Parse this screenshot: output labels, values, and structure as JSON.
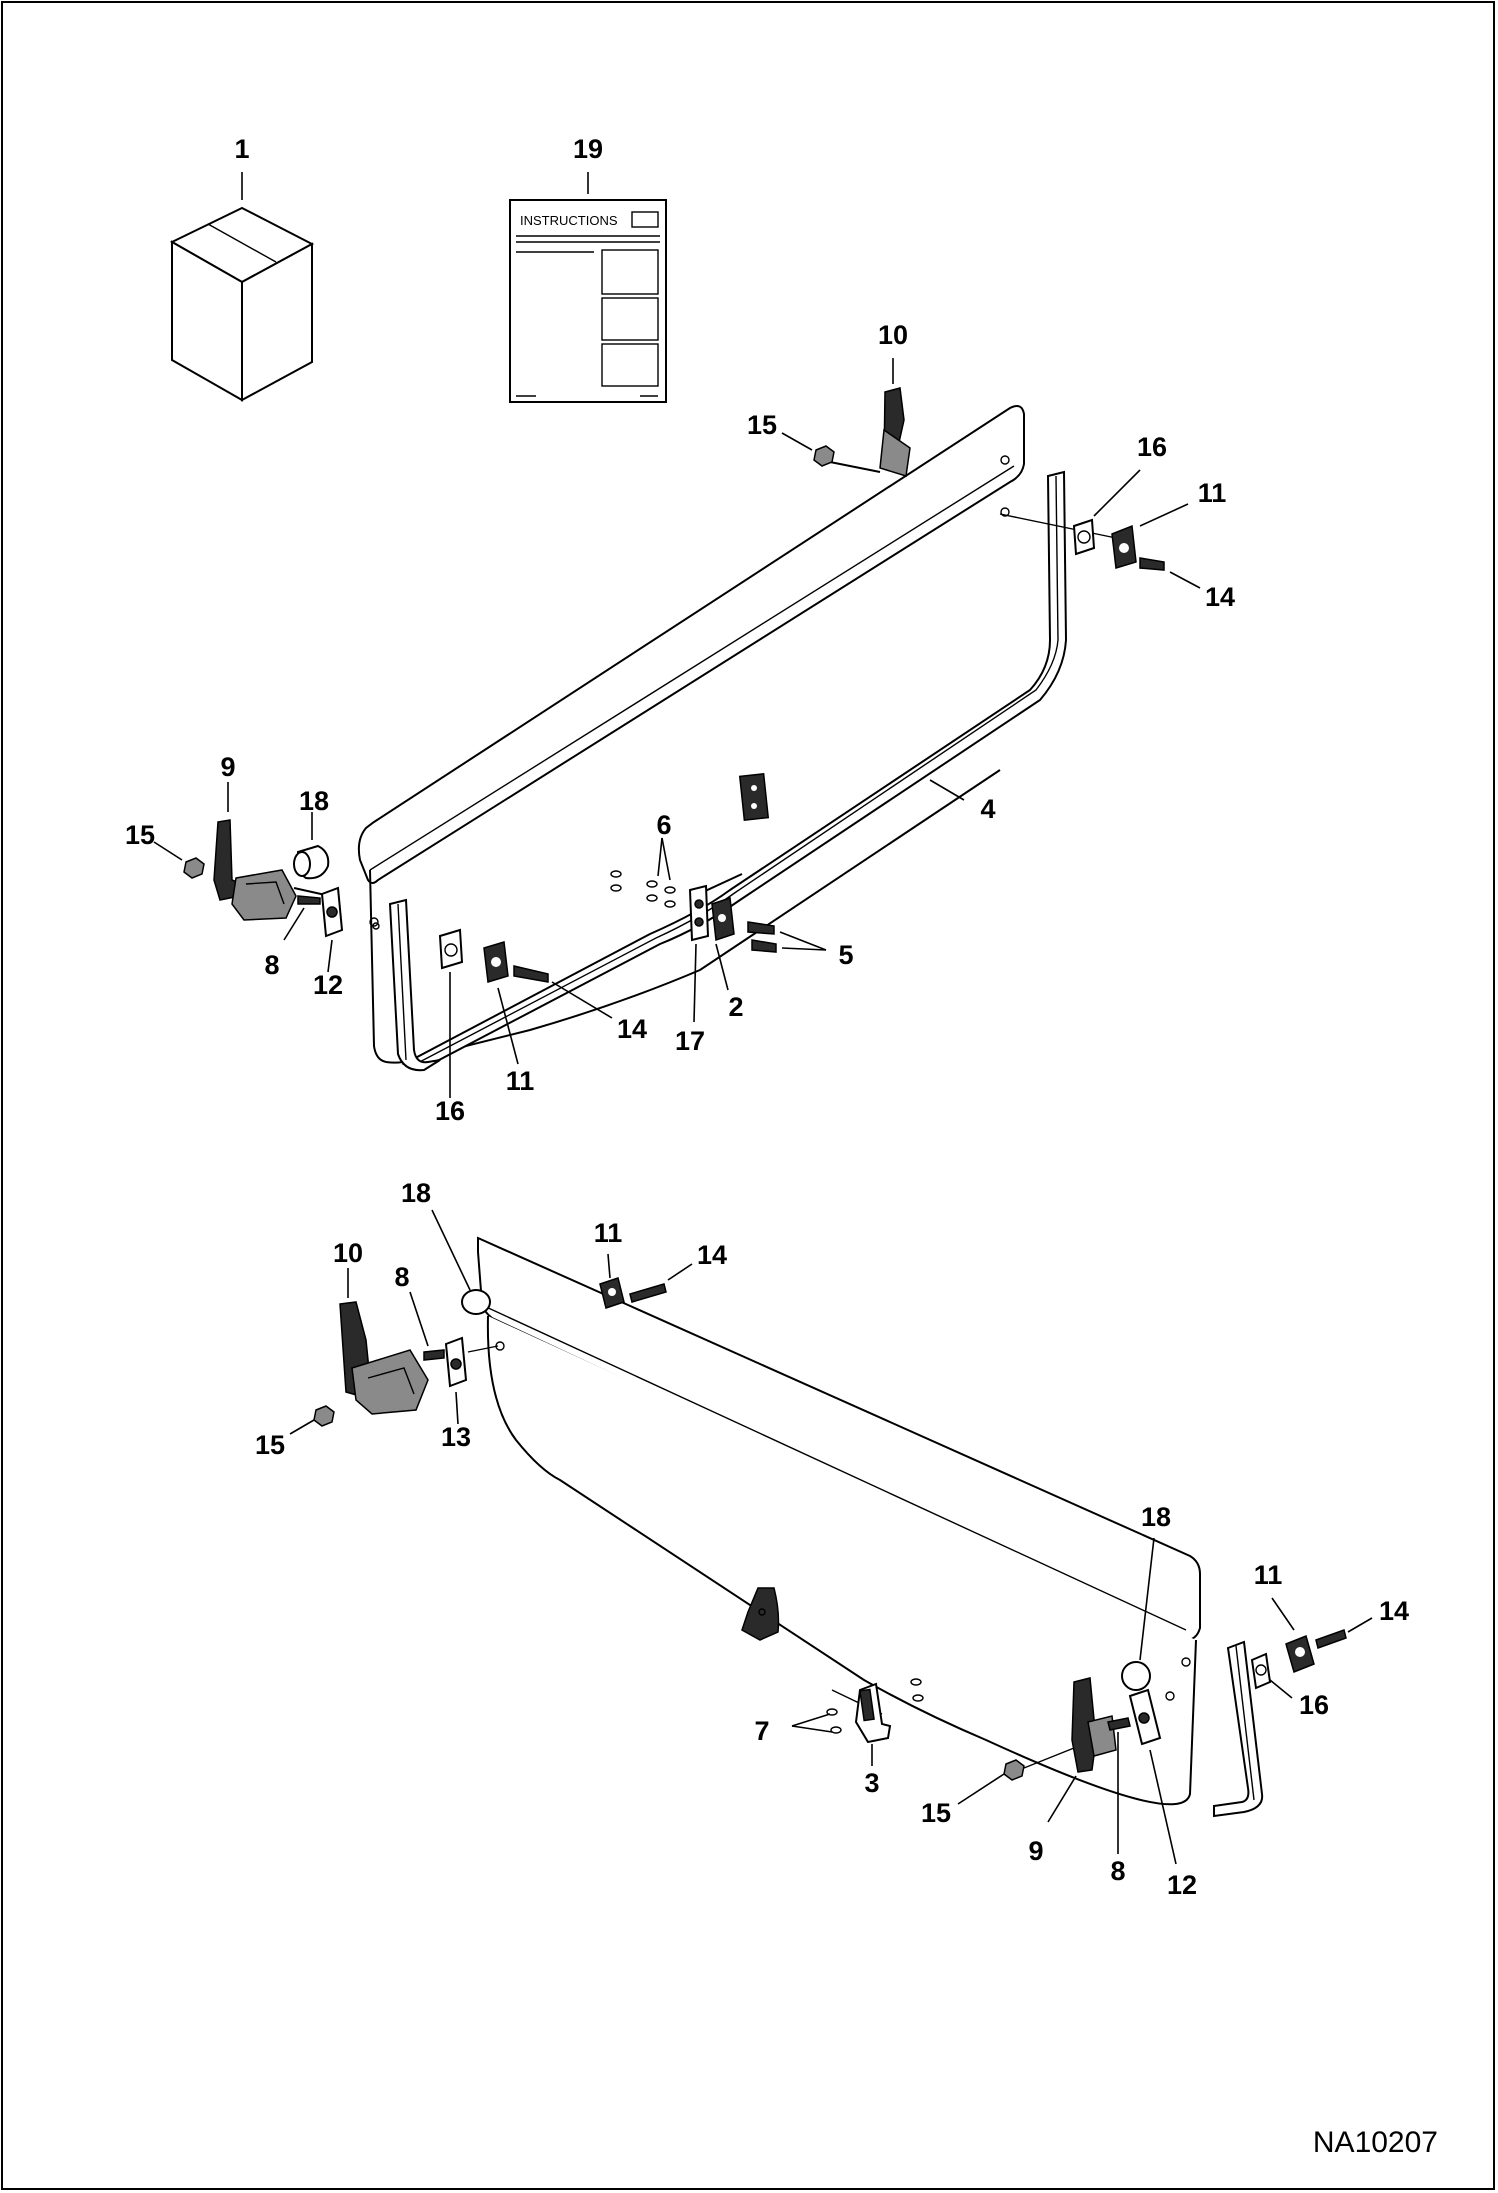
{
  "document_id": "NA10207",
  "instructions_title": "INSTRUCTIONS",
  "callouts": {
    "a1": "1",
    "a19": "19",
    "u10": "10",
    "u15a": "15",
    "u16a": "16",
    "u11a": "11",
    "u14a": "14",
    "u9": "9",
    "u18": "18",
    "u15b": "15",
    "u8": "8",
    "u12": "12",
    "u6": "6",
    "u4": "4",
    "u5": "5",
    "u2": "2",
    "u17": "17",
    "u14b": "14",
    "u11b": "11",
    "u16b": "16",
    "l18a": "18",
    "l10": "10",
    "l8a": "8",
    "l11a": "11",
    "l14a": "14",
    "l15a": "15",
    "l13": "13",
    "l18b": "18",
    "l11b": "11",
    "l14b": "14",
    "l16": "16",
    "l7": "7",
    "l3": "3",
    "l15b": "15",
    "l9": "9",
    "l8b": "8",
    "l12": "12"
  }
}
